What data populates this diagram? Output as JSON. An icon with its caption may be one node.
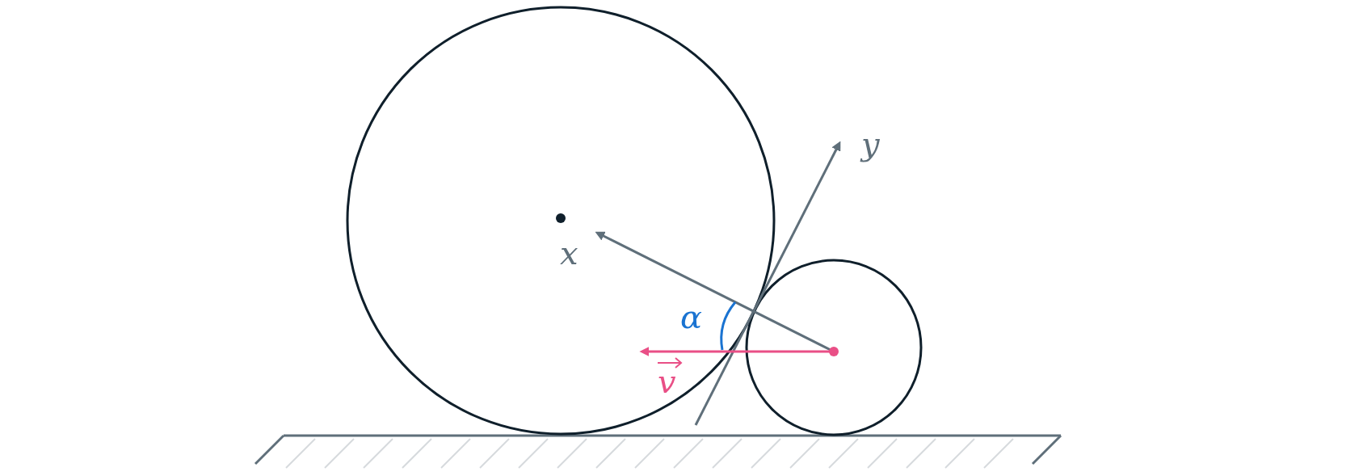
{
  "diagram": {
    "labels": [
      "y",
      "x",
      "α",
      "v"
    ]
  }
}
